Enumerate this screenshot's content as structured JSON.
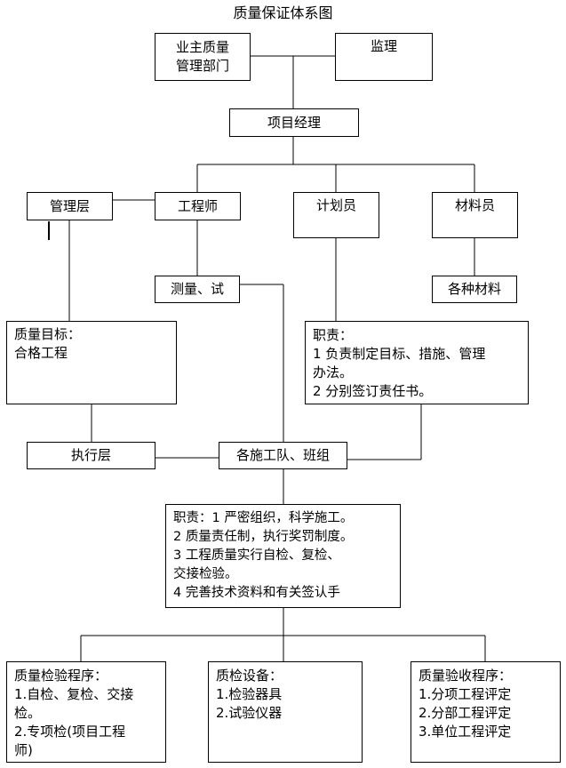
{
  "title": "质量保证体系图",
  "nodes": {
    "owner": [
      "业主质量",
      "管理部门"
    ],
    "supervision": "监理",
    "project_manager": "项目经理",
    "management_layer": "管理层",
    "engineer": "工程师",
    "planner": "计划员",
    "material_clerk": "材料员",
    "survey_test": "测量、试",
    "materials": "各种材料",
    "quality_goal": [
      "质量目标：",
      "合格工程"
    ],
    "planner_duties": [
      "职责：",
      "1 负责制定目标、措施、管理",
      "办法。",
      "2 分别签订责任书。"
    ],
    "execution_layer": "执行层",
    "construction_teams": "各施工队、班组",
    "team_duties": [
      "职责：1 严密组织，科学施工。",
      "2 质量责任制，执行奖罚制度。",
      "3 工程质量实行自检、复检、",
      "交接检验。",
      "4 完善技术资料和有关签认手"
    ],
    "inspection_procedure": [
      "质量检验程序：",
      "1.自检、复检、交接",
      "检。",
      "2.专项检(项目工程",
      "师)"
    ],
    "inspection_equipment": [
      "质检设备：",
      "1.检验器具",
      "2.试验仪器"
    ],
    "acceptance_procedure": [
      "质量验收程序：",
      "1.分项工程评定",
      "2.分部工程评定",
      "3.单位工程评定"
    ]
  }
}
